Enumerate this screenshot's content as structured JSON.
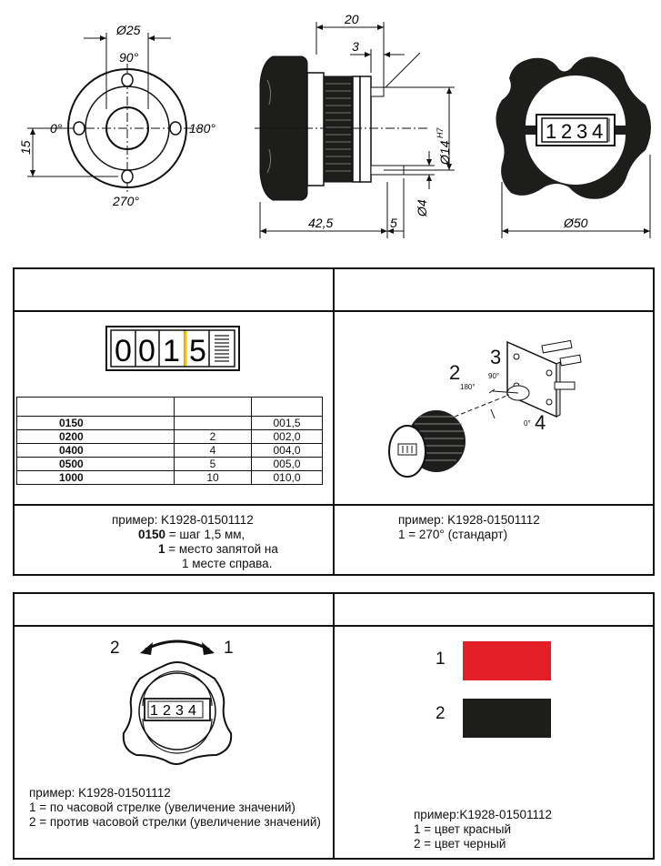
{
  "drawing": {
    "front_view": {
      "diameter_label": "Ø25",
      "angle_90": "90°",
      "angle_0": "0°",
      "angle_180": "180°",
      "angle_270": "270°",
      "offset_label": "15"
    },
    "side_view": {
      "width_20": "20",
      "width_3": "3",
      "diameter_14": "Ø14",
      "tolerance": "H7",
      "diameter_4": "Ø4",
      "length_42_5": "42,5",
      "length_5": "5"
    },
    "knob_view": {
      "counter_digits": [
        "1",
        "2",
        "3",
        "4"
      ],
      "diameter_50": "Ø50"
    }
  },
  "panel_a": {
    "counter_digits": [
      "0",
      "0",
      "1",
      "5"
    ],
    "table_rows": [
      {
        "code": "0150",
        "steps": "",
        "value": "001,5"
      },
      {
        "code": "0200",
        "steps": "2",
        "value": "002,0"
      },
      {
        "code": "0400",
        "steps": "4",
        "value": "004,0"
      },
      {
        "code": "0500",
        "steps": "5",
        "value": "005,0"
      },
      {
        "code": "1000",
        "steps": "10",
        "value": "010,0"
      }
    ],
    "example_line1": "пример: K1928-01501112",
    "example_code": "0150",
    "example_code_desc": " = шаг 1,5 мм,",
    "example_one": "1",
    "example_one_desc": " = место запятой на",
    "example_line4": "1 месте справа."
  },
  "panel_b": {
    "label_2": "2",
    "label_2_angle": "180°",
    "label_3": "3",
    "label_3_angle": "90°",
    "label_4": "4",
    "label_4_angle": "0°",
    "example_line1": "пример: K1928-01501112",
    "example_line2": "1 = 270° (стандарт)"
  },
  "panel_c": {
    "label_2": "2",
    "label_1": "1",
    "counter_digits": [
      "1",
      "2",
      "3",
      "4"
    ],
    "example_line1": "пример:  K1928-01501112",
    "example_line2": "1 = по часовой стрелке (увеличение значений)",
    "example_line3": "2 = против часовой стрелки (увеличение значений)"
  },
  "panel_d": {
    "swatches": [
      {
        "label": "1",
        "color": "#e31e24"
      },
      {
        "label": "2",
        "color": "#1d1d1b"
      }
    ],
    "example_line1": "пример:K1928-01501112",
    "example_line2": "1 = цвет красный",
    "example_line3": "2 = цвет черный"
  }
}
